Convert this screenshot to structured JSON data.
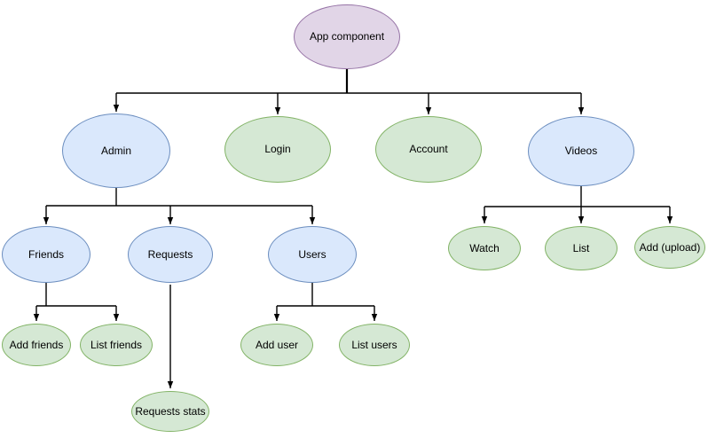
{
  "diagram": {
    "type": "tree",
    "colors": {
      "purple": {
        "fill": "#E1D5E7",
        "stroke": "#9673A6"
      },
      "blue": {
        "fill": "#DAE8FC",
        "stroke": "#6C8EBF"
      },
      "green": {
        "fill": "#D5E8D4",
        "stroke": "#82B366"
      },
      "edge": "#000000"
    },
    "nodes": [
      {
        "id": "app-component",
        "label": "App component",
        "color": "purple"
      },
      {
        "id": "admin",
        "label": "Admin",
        "color": "blue"
      },
      {
        "id": "login",
        "label": "Login",
        "color": "green"
      },
      {
        "id": "account",
        "label": "Account",
        "color": "green"
      },
      {
        "id": "videos",
        "label": "Videos",
        "color": "blue"
      },
      {
        "id": "friends",
        "label": "Friends",
        "color": "blue"
      },
      {
        "id": "requests",
        "label": "Requests",
        "color": "blue"
      },
      {
        "id": "users",
        "label": "Users",
        "color": "blue"
      },
      {
        "id": "watch",
        "label": "Watch",
        "color": "green"
      },
      {
        "id": "list",
        "label": "List",
        "color": "green"
      },
      {
        "id": "add-upload",
        "label": "Add (upload)",
        "color": "green"
      },
      {
        "id": "add-friends",
        "label": "Add friends",
        "color": "green"
      },
      {
        "id": "list-friends",
        "label": "List friends",
        "color": "green"
      },
      {
        "id": "add-user",
        "label": "Add user",
        "color": "green"
      },
      {
        "id": "list-users",
        "label": "List users",
        "color": "green"
      },
      {
        "id": "requests-stats",
        "label": "Requests stats",
        "color": "green"
      }
    ],
    "edges": [
      {
        "from": "app-component",
        "to": "admin"
      },
      {
        "from": "app-component",
        "to": "login"
      },
      {
        "from": "app-component",
        "to": "account"
      },
      {
        "from": "app-component",
        "to": "videos"
      },
      {
        "from": "admin",
        "to": "friends"
      },
      {
        "from": "admin",
        "to": "requests"
      },
      {
        "from": "admin",
        "to": "users"
      },
      {
        "from": "friends",
        "to": "add-friends"
      },
      {
        "from": "friends",
        "to": "list-friends"
      },
      {
        "from": "requests",
        "to": "requests-stats"
      },
      {
        "from": "users",
        "to": "add-user"
      },
      {
        "from": "users",
        "to": "list-users"
      },
      {
        "from": "videos",
        "to": "watch"
      },
      {
        "from": "videos",
        "to": "list"
      },
      {
        "from": "videos",
        "to": "add-upload"
      }
    ]
  }
}
